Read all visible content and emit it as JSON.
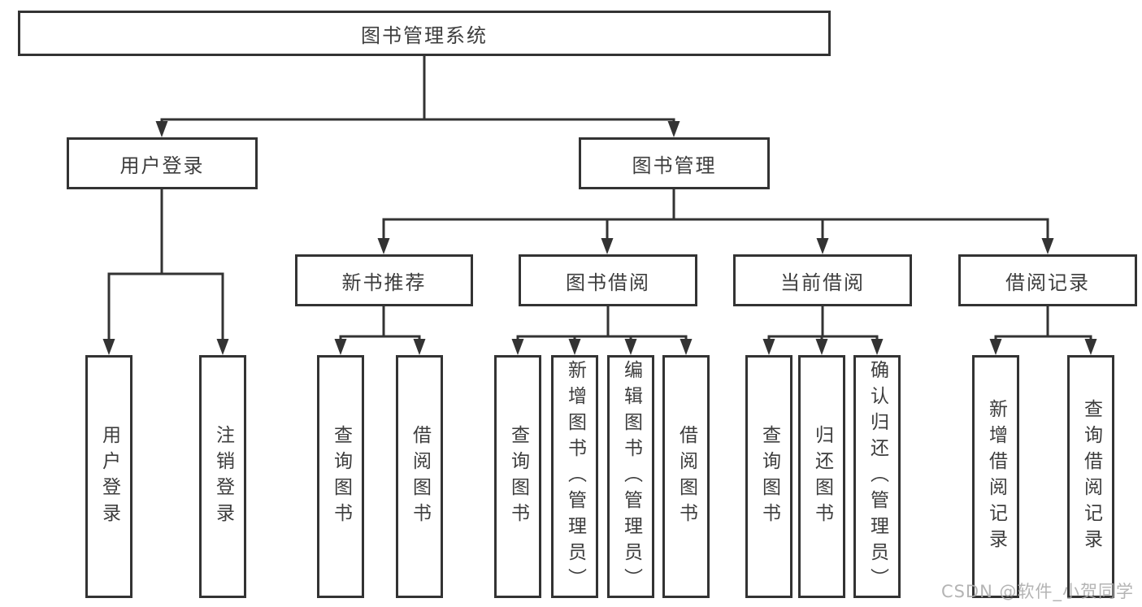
{
  "tree": {
    "root": {
      "label": "图书管理系统"
    },
    "branches": [
      {
        "label": "用户登录",
        "children": [
          {
            "label": "用户登录"
          },
          {
            "label": "注销登录"
          }
        ]
      },
      {
        "label": "图书管理",
        "children": [
          {
            "label": "新书推荐",
            "children": [
              {
                "label": "查询图书"
              },
              {
                "label": "借阅图书"
              }
            ]
          },
          {
            "label": "图书借阅",
            "children": [
              {
                "label": "查询图书"
              },
              {
                "label": "新增图书（管理员）"
              },
              {
                "label": "编辑图书（管理员）"
              },
              {
                "label": "借阅图书"
              }
            ]
          },
          {
            "label": "当前借阅",
            "children": [
              {
                "label": "查询图书"
              },
              {
                "label": "归还图书"
              },
              {
                "label": "确认归还（管理员）"
              }
            ]
          },
          {
            "label": "借阅记录",
            "children": [
              {
                "label": "新增借阅记录"
              },
              {
                "label": "查询借阅记录"
              }
            ]
          }
        ]
      }
    ]
  },
  "watermark": {
    "text": "CSDN @软件_小贺同学"
  },
  "colors": {
    "line": "#333333",
    "box_border": "#333333",
    "box_background": "#ffffff",
    "text": "#3d3d3d",
    "watermark": "#acacac",
    "page_background": "#ffffff"
  }
}
